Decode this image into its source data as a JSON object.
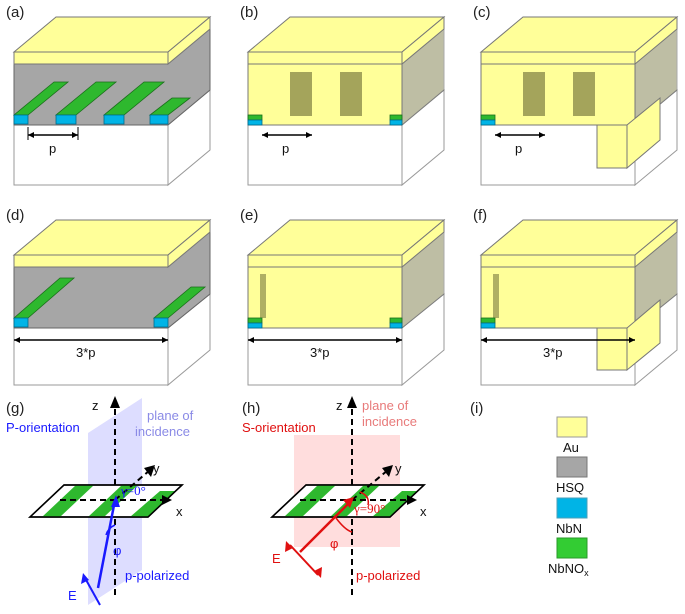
{
  "panels": {
    "a": {
      "label": "(a)",
      "dim": "p"
    },
    "b": {
      "label": "(b)",
      "dim": "p"
    },
    "c": {
      "label": "(c)",
      "dim": "p"
    },
    "d": {
      "label": "(d)",
      "dim": "3*p"
    },
    "e": {
      "label": "(e)",
      "dim": "3*p"
    },
    "f": {
      "label": "(f)",
      "dim": "3*p"
    },
    "g": {
      "label": "(g)",
      "orientation": "P-orientation",
      "plane": "plane of",
      "plane2": "incidence",
      "z": "z",
      "y": "y",
      "x": "x",
      "gamma": "γ=0°",
      "phi": "φ",
      "pol": "p-polarized",
      "E": "E"
    },
    "h": {
      "label": "(h)",
      "orientation": "S-orientation",
      "plane": "plane of",
      "plane2": "incidence",
      "z": "z",
      "y": "y",
      "x": "x",
      "gamma": "γ=90°",
      "phi": "φ",
      "pol": "p-polarized",
      "E": "E"
    },
    "i": {
      "label": "(i)"
    }
  },
  "legend": [
    {
      "name": "Au",
      "color": "#ffff99"
    },
    {
      "name": "HSQ",
      "color": "#a6a6a6"
    },
    {
      "name": "NbN",
      "color": "#00b4e6"
    },
    {
      "name": "NbNOx",
      "sub": "x",
      "base": "NbNO",
      "color": "#33cc33"
    }
  ],
  "colors": {
    "au": "#ffff99",
    "hsq": "#a6a6a6",
    "nbn": "#00b4e6",
    "nbnox": "#2eb82e",
    "blue": "#1a1aff",
    "red": "#e01010"
  }
}
